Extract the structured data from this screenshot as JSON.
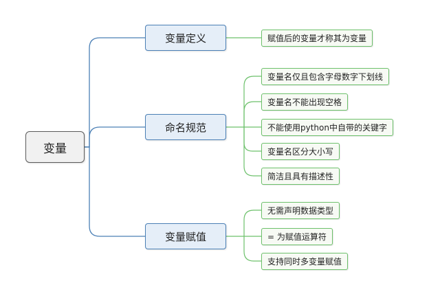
{
  "root": {
    "label": "变量"
  },
  "branches": [
    {
      "label": "变量定义",
      "children": [
        "赋值后的变量才称其为变量"
      ]
    },
    {
      "label": "命名规范",
      "children": [
        "变量名仅且包含字母数字下划线",
        "变量名不能出现空格",
        "不能使用python中自带的关键字",
        "变量名区分大小写",
        "简洁且具有描述性"
      ]
    },
    {
      "label": "变量赋值",
      "children": [
        "无需声明数据类型",
        "= 为赋值运算符",
        "支持同时多变量赋值"
      ]
    }
  ],
  "colors": {
    "root_border": "#5b5b5b",
    "root_fill": "#f1f1f1",
    "branch_line": "#4a7fb5",
    "branch_fill": "#e5eef8",
    "leaf_line": "#6cc06a",
    "leaf_fill": "#f7faf4"
  }
}
